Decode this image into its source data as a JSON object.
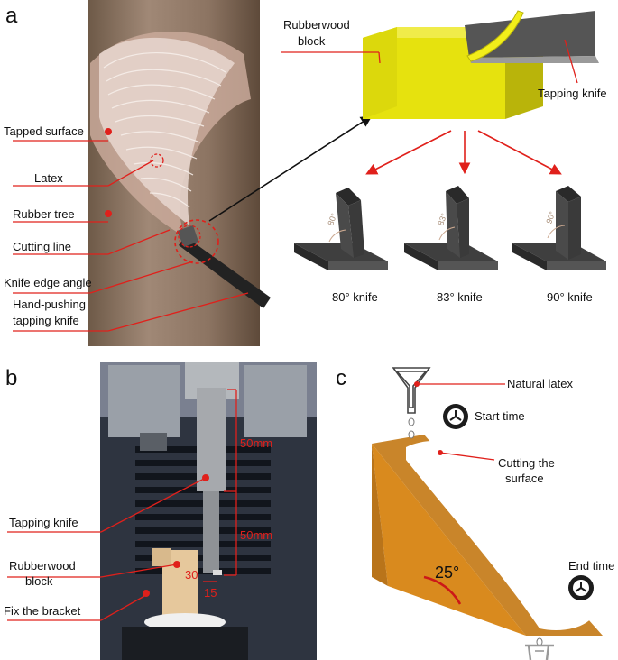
{
  "panels": {
    "a": {
      "letter": "a",
      "labels": {
        "tapped_surface": "Tapped surface",
        "latex": "Latex",
        "rubber_tree": "Rubber tree",
        "cutting_line": "Cutting line",
        "knife_edge_angle": "Knife edge angle",
        "hand_pushing_1": "Hand-pushing",
        "hand_pushing_2": "tapping knife",
        "rubberwood_1": "Rubberwood",
        "rubberwood_2": "block",
        "tapping_knife": "Tapping knife"
      },
      "knives": [
        {
          "caption": "80° knife",
          "angle": "80°"
        },
        {
          "caption": "83° knife",
          "angle": "83°"
        },
        {
          "caption": "90° knife",
          "angle": "90°"
        }
      ]
    },
    "b": {
      "letter": "b",
      "labels": {
        "tapping_knife": "Tapping knife",
        "rubberwood_1": "Rubberwood",
        "rubberwood_2": "block",
        "fix_bracket": "Fix the bracket",
        "dim_50a": "50mm",
        "dim_50b": "50mm",
        "dim_30": "30",
        "dim_15": "15"
      }
    },
    "c": {
      "letter": "c",
      "labels": {
        "natural_latex": "Natural latex",
        "start_time": "Start time",
        "cutting_1": "Cutting the",
        "cutting_2": "surface",
        "end_time": "End time",
        "angle": "25°"
      }
    }
  },
  "colors": {
    "accent_red": "#e0201b",
    "block_yellow": "#e6e20e",
    "block_yellow_dark": "#b9b40a",
    "block_yellow_side": "#cfcb0c",
    "knife_grey": "#555555",
    "trough_orange": "#d98a1e"
  }
}
